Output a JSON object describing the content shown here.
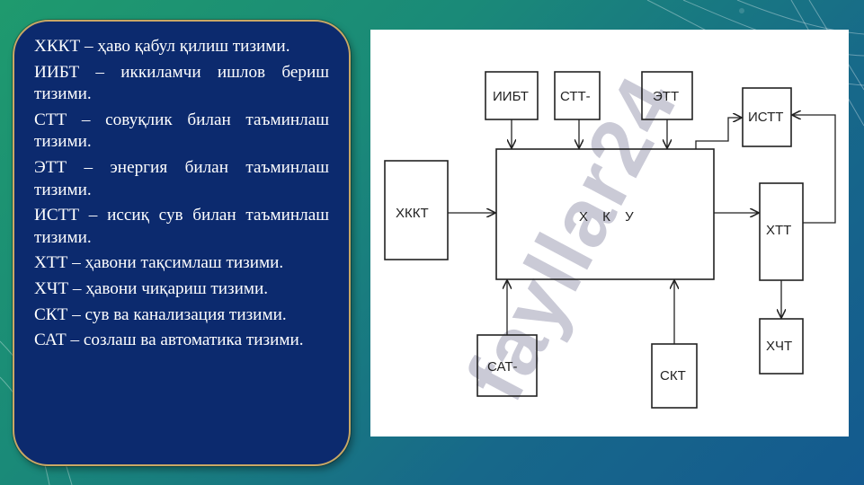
{
  "definitions": [
    "ХККТ – ҳаво қабул қилиш тизими.",
    "ИИБТ – иккиламчи ишлов бериш тизими.",
    "СТТ – совуқлик билан таъминлаш тизими.",
    "ЭТТ – энергия билан таъминлаш тизими.",
    "ИСТТ – иссиқ сув билан таъминлаш тизими.",
    "ХТТ – ҳавони тақсимлаш тизими.",
    "ХЧТ – ҳавони чиқариш тизими.",
    "СКТ – сув ва канализация тизими.",
    "САТ – созлаш ва автоматика тизими."
  ],
  "diagram": {
    "blocks": {
      "xkkt": "ХККТ",
      "iibt": "ИИБТ",
      "stt": "СТТ-",
      "ett": "ЭТТ",
      "istt": "ИСТТ",
      "center": "Х К У",
      "xtt": "ХТТ",
      "xcht": "ХЧТ",
      "sat": "САТ-",
      "skt": "СКТ"
    },
    "watermark": "fayllar24"
  },
  "colors": {
    "panel": "#0c2a6e",
    "panel_border": "#c9a865",
    "watermark": "#8b3fd0"
  }
}
